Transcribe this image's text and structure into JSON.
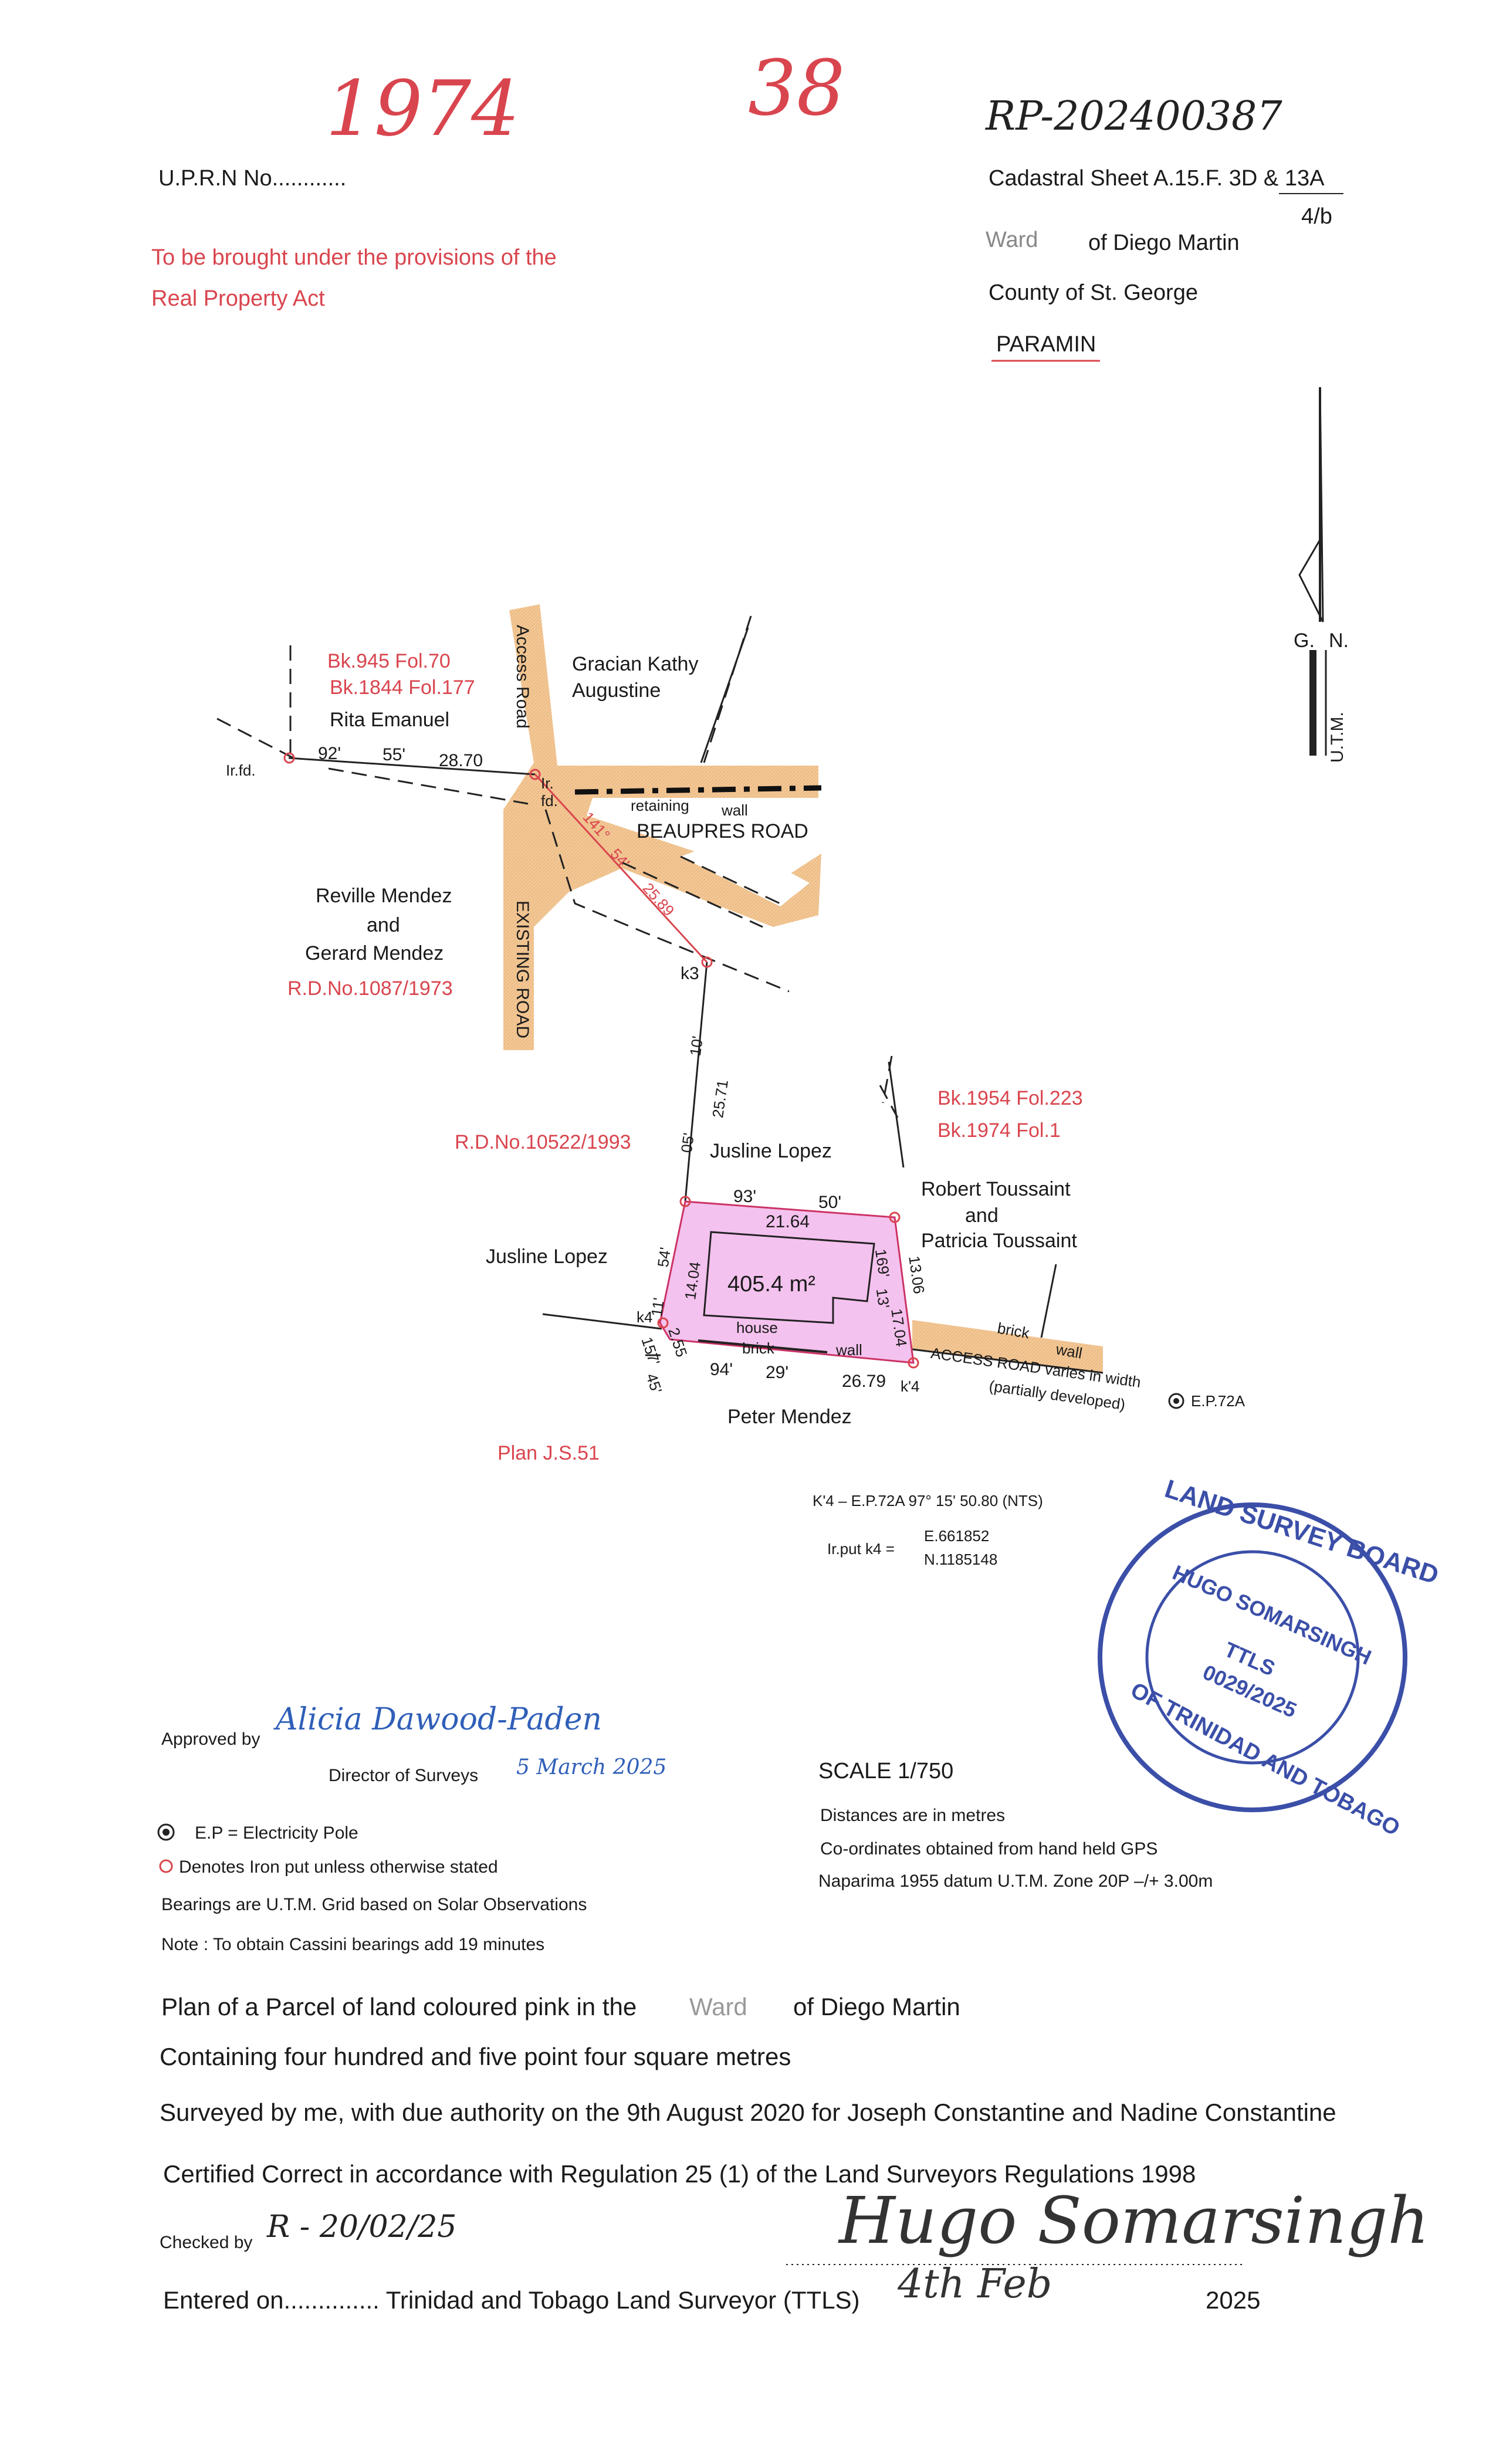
{
  "header": {
    "number_left": "1974",
    "number_center": "38",
    "rp_number": "RP-202400387",
    "uprn": "U.P.R.N   No............",
    "provision_line1": "To be brought under the provisions of the",
    "provision_line2": "Real Property Act",
    "cadastral": "Cadastral Sheet A.15.F.   3D & 13A",
    "cadastral_sub": "4/b",
    "ward": "Ward",
    "ward_of": "of Diego Martin",
    "county": "County of St. George",
    "locality": "PARAMIN"
  },
  "north": {
    "gn": "G.",
    "n": "N.",
    "utm": "U.T.M."
  },
  "map": {
    "bk945": "Bk.945  Fol.70",
    "bk1844": "Bk.1844  Fol.177",
    "rita": "Rita  Emanuel",
    "gracian1": "Gracian  Kathy",
    "gracian2": "Augustine",
    "access_road": "Access  Road",
    "irfd_left": "Ir.fd.",
    "irfd_top": "Ir.",
    "irfd_top2": "fd.",
    "brg_top1": "92'",
    "brg_top2": "55'",
    "brg_top3": "28.70",
    "retaining": "retaining",
    "wall_top": "wall",
    "beaupres": "BEAUPRES  ROAD",
    "diag1": "141°",
    "diag2": "54'",
    "diag3": "25.89",
    "reville1": "Reville  Mendez",
    "reville2": "and",
    "reville3": "Gerard  Mendez",
    "rd1087": "R.D.No.1087/1973",
    "existing_road": "EXISTING  ROAD",
    "k3": "k3",
    "v10": "10'",
    "v2571": "25.71",
    "v05": "05'",
    "rd10522": "R.D.No.10522/1993",
    "jusline_top": "Jusline  Lopez",
    "bk1954": "Bk.1954  Fol.223",
    "bk1974": "Bk.1974  Fol.1",
    "robert1": "Robert  Toussaint",
    "robert2": "and",
    "robert3": "Patricia  Toussaint",
    "p93": "93'",
    "p50": "50'",
    "p2164": "21.64",
    "jusline_left": "Jusline  Lopez",
    "p54": "54'",
    "p1404": "14.04",
    "p11": "11'",
    "area": "405.4  m²",
    "p169": "169'",
    "p13": "13'",
    "p1306": "13.06",
    "p1704": "17.04",
    "house": "house",
    "k4": "k4",
    "p255": "2.55",
    "p157": "157'",
    "p45": "45'",
    "brick_bottom": "brick",
    "wall_bottom": "wall",
    "p94": "94'",
    "p29": "29'",
    "p2679": "26.79",
    "k4p": "k'4",
    "brick_right": "brick",
    "wall_right": "wall",
    "access_road_bottom": "ACCESS  ROAD  varies  in  width",
    "partially": "(partially  developed)",
    "ep72a": "E.P.72A",
    "peter": "Peter  Mendez",
    "plan_js": "Plan  J.S.51"
  },
  "coords": {
    "line1": "K'4  –  E.P.72A   97°  15'   50.80  (NTS)",
    "irput": "Ir.put  k4  =",
    "easting": "E.661852",
    "northing": "N.1185148"
  },
  "stamp": {
    "outer_top": "LAND SURVEY BOARD",
    "outer_bottom": "OF TRINIDAD AND TOBAGO",
    "name": "HUGO SOMARSINGH",
    "ttls": "TTLS",
    "number": "0029/2025"
  },
  "approval": {
    "approved_by": "Approved  by",
    "approved_sig": "Alicia Dawood-Paden",
    "director": "Director  of  Surveys",
    "director_date": "5 March 2025"
  },
  "scale": {
    "scale": "SCALE  1/750",
    "distances": "Distances  are  in  metres",
    "coords_gps": "Co-ordinates  obtained  from  hand  held  GPS",
    "datum": "Naparima  1955  datum    U.T.M.  Zone  20P    –/+  3.00m"
  },
  "legend": {
    "ep": "E.P    =  Electricity  Pole",
    "iron": "Denotes  Iron  put  unless  otherwise  stated",
    "bearings": "Bearings  are  U.T.M.  Grid  based  on  Solar  Observations",
    "note": "Note  :  To  obtain  Cassini  bearings  add  19  minutes"
  },
  "footer": {
    "plan_of": "Plan  of  a  Parcel  of  land  coloured  pink  in  the",
    "ward": "Ward",
    "of_diego": "of  Diego  Martin",
    "containing": "Containing  four  hundred  and  five  point  four  square  metres",
    "surveyed": "Surveyed  by  me,  with  due  authority  on  the  9th  August  2020  for  Joseph  Constantine  and  Nadine  Constantine",
    "certified": "Certified  Correct  in  accordance  with  Regulation  25  (1)  of  the  Land  Surveyors  Regulations  1998",
    "checked_by": "Checked  by",
    "checked_sig": "R - 20/02/25",
    "surveyor_sig": "Hugo Somarsingh",
    "entered": "Entered  on..............   Trinidad  and  Tobago  Land  Surveyor  (TTLS)",
    "date_hand": "4th Feb",
    "year": "2025"
  },
  "colors": {
    "road": "#f3c896",
    "parcel": "#f4c2ee",
    "red": "#d9454e",
    "blue": "#2f5fb8"
  }
}
